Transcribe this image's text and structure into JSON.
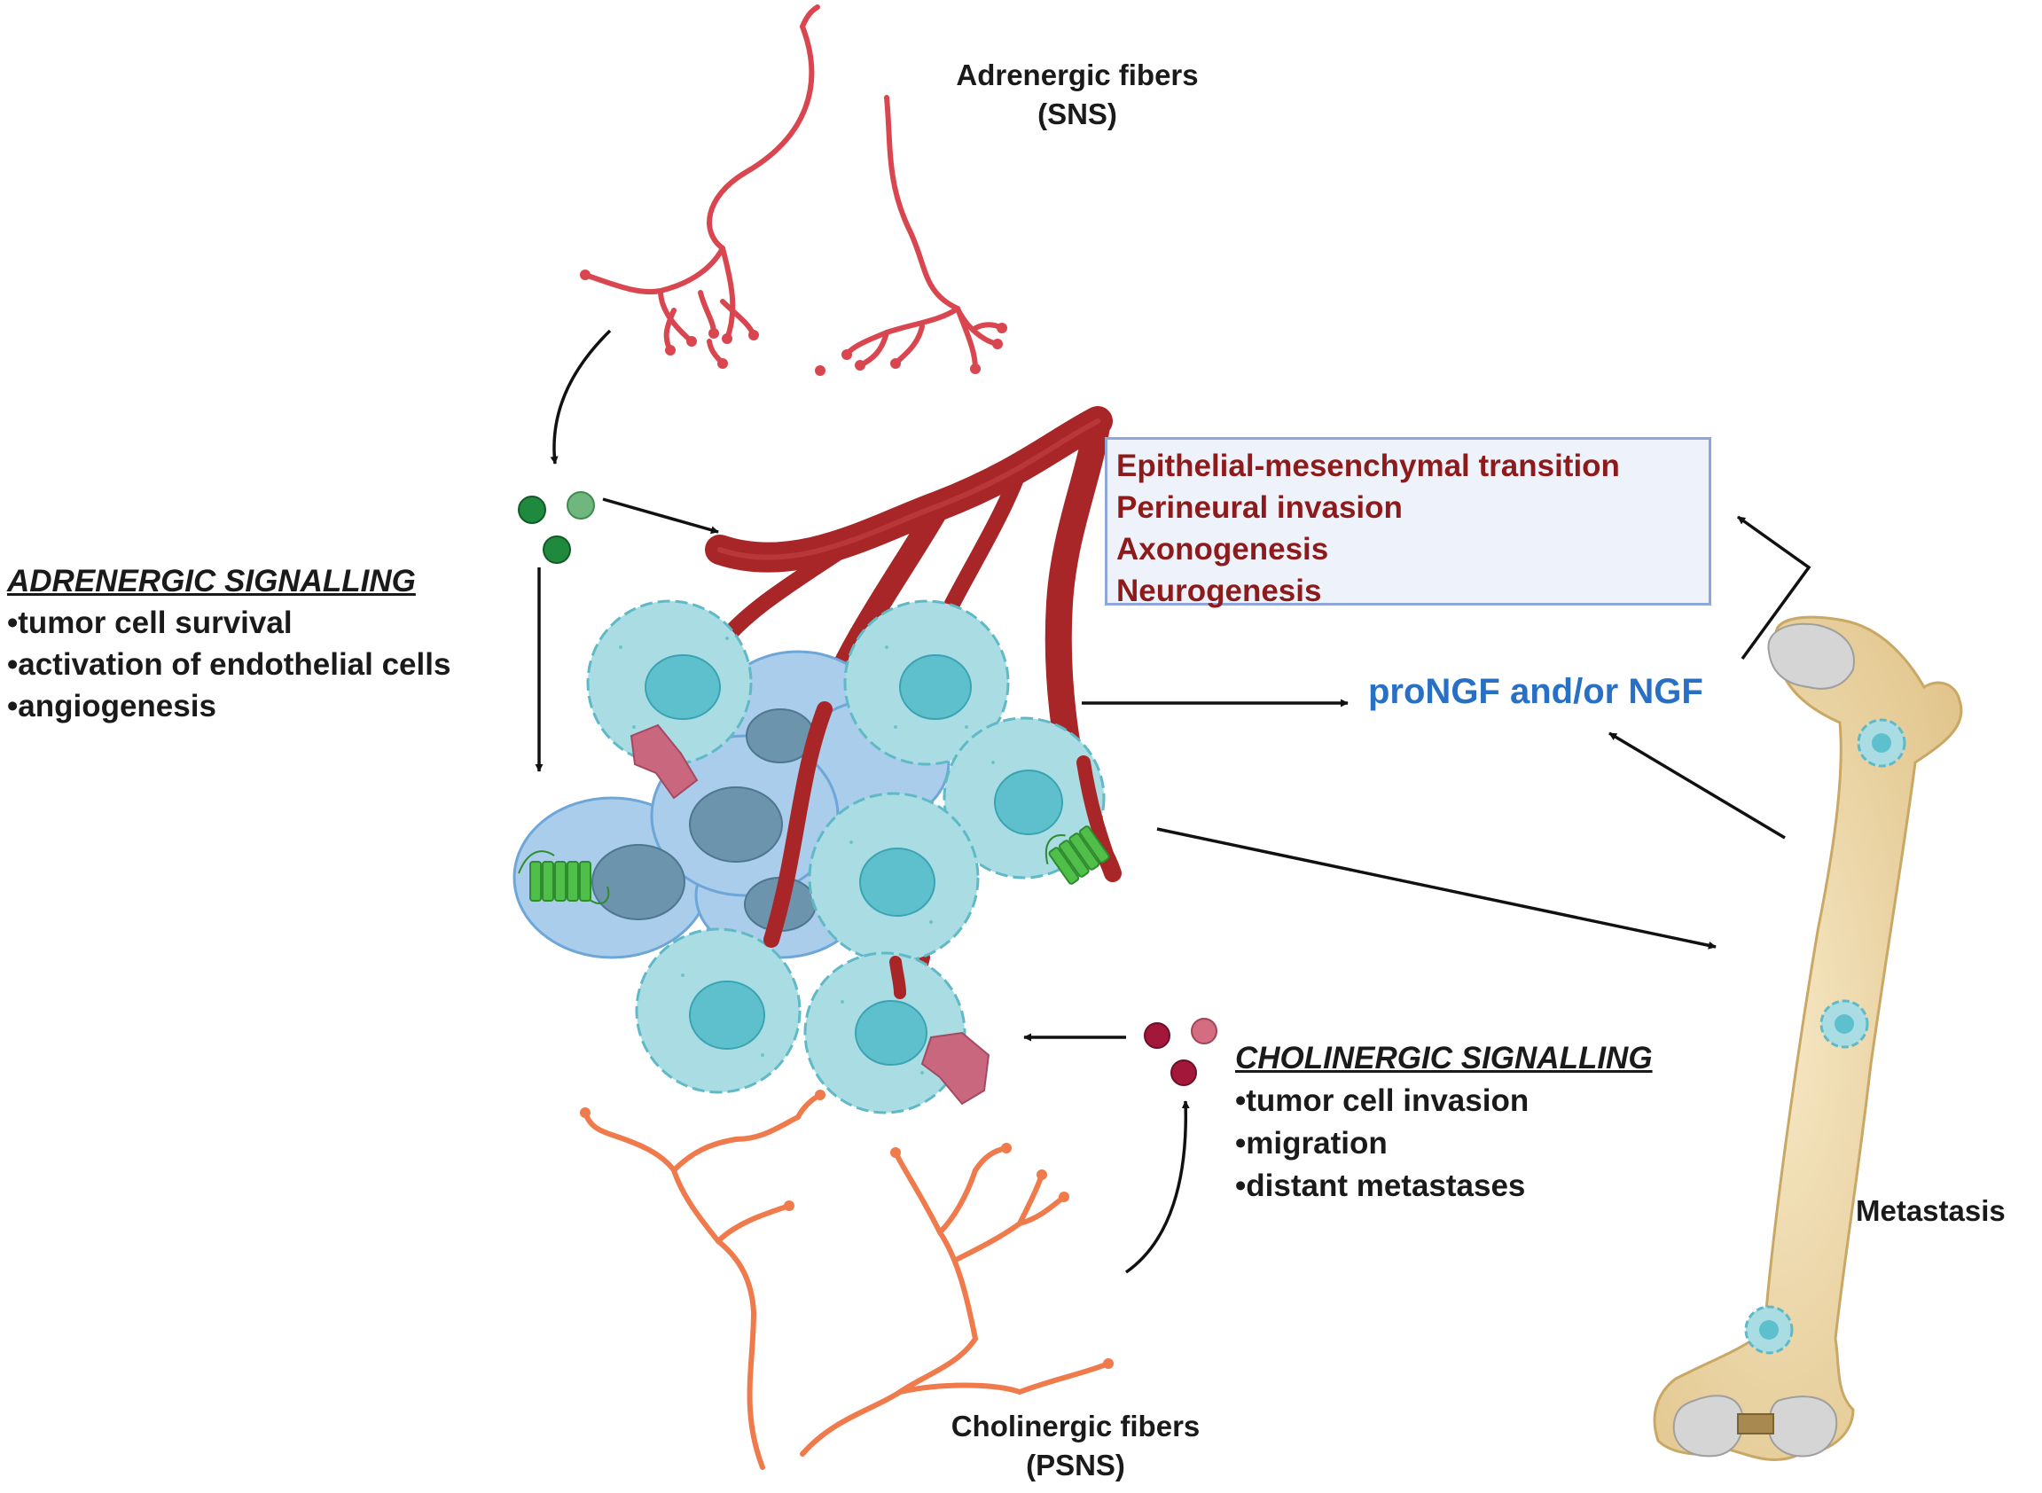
{
  "labels": {
    "adrenergic_fibers": [
      "Adrenergic fibers",
      "(SNS)"
    ],
    "cholinergic_fibers": [
      "Cholinergic fibers",
      "(PSNS)"
    ],
    "metastasis": "Metastasis",
    "ngf": "proNGF and/or NGF"
  },
  "adrenergic_signalling": {
    "title": "ADRENERGIC SIGNALLING",
    "items": [
      "•tumor cell survival",
      "•activation of endothelial cells",
      "•angiogenesis"
    ]
  },
  "cholinergic_signalling": {
    "title": "CHOLINERGIC SIGNALLING",
    "items": [
      "•tumor cell invasion",
      "•migration",
      "•distant metastases"
    ]
  },
  "effects_box": {
    "items": [
      "Epithelial-mesenchymal transition",
      "Perineural invasion",
      "Axonogenesis",
      "Neurogenesis"
    ]
  },
  "colors": {
    "adrenergic_fiber": "#d94650",
    "cholinergic_fiber": "#ef7a4c",
    "blood_vessel": "#a82628",
    "tumor_cell": "#a9dde3",
    "tumor_nucleus": "#5fc0cd",
    "blue_cell": "#a9cdea",
    "bone": "#ecd6a6",
    "bone_end": "#d5d5d5",
    "ngf_text": "#2870c4",
    "effects_text": "#8e1b1b",
    "green_molecule": "#1f8a3e",
    "red_molecule": "#a3173a"
  }
}
